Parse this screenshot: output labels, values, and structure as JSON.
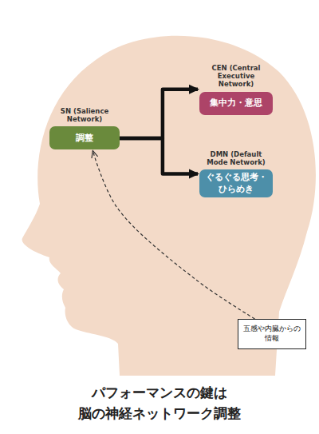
{
  "diagram": {
    "caption": "パフォーマンスの鍵は 脳の神経ネットワーク調整",
    "nodes": [
      {
        "text": [
          "SN (Salience Network)",
          "調整"
        ]
      },
      {
        "text": [
          "CEN (Central Executive Network)",
          "集中力・意思"
        ]
      },
      {
        "text": [
          "DMN (Default Mode Network)",
          "ぐるぐる思考・ひらめき"
        ]
      },
      {
        "text": [
          "五感や内臓からの 情報"
        ]
      }
    ],
    "edges": [
      {
        "from": 0,
        "to": 1,
        "arrow": "to"
      },
      {
        "from": 0,
        "to": 2,
        "arrow": "to"
      },
      {
        "from": 3,
        "to": 0,
        "arrow": "to"
      }
    ]
  }
}
